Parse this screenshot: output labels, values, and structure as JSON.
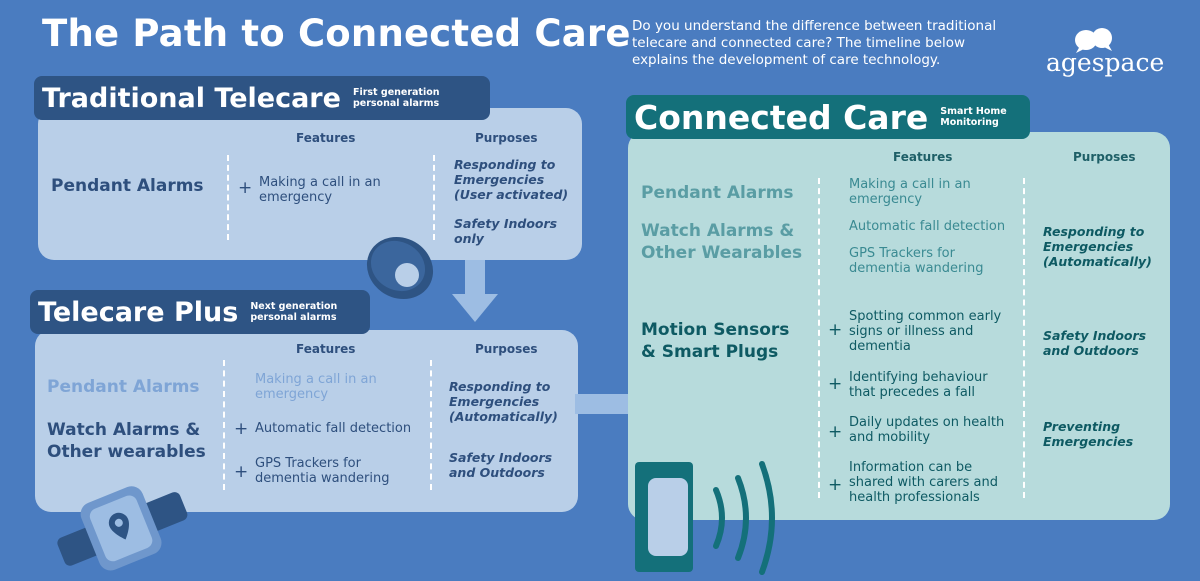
{
  "header": {
    "title": "The Path to Connected Care",
    "intro": "Do you understand the difference between traditional telecare and connected care?  The timeline below explains the development of care technology.",
    "logo_text": "agespace"
  },
  "telecare": {
    "title": "Traditional Telecare",
    "subtitle": "First generation personal alarms",
    "features_head": "Features",
    "purposes_head": "Purposes",
    "category": "Pendant Alarms",
    "feature": "Making a call in an emergency",
    "purpose1": "Responding to Emergencies (User activated)",
    "purpose2": "Safety Indoors only"
  },
  "plus": {
    "title": "Telecare Plus",
    "subtitle": "Next generation personal alarms",
    "features_head": "Features",
    "purposes_head": "Purposes",
    "cat1": "Pendant Alarms",
    "cat2": "Watch Alarms & Other wearables",
    "feat1": "Making a call in an emergency",
    "feat2": "Automatic fall detection",
    "feat3": "GPS Trackers for dementia wandering",
    "purpose1": "Responding to Emergencies (Automatically)",
    "purpose2": "Safety Indoors and Outdoors"
  },
  "connected": {
    "title": "Connected Care",
    "subtitle": "Smart Home Monitoring",
    "features_head": "Features",
    "purposes_head": "Purposes",
    "cat1": "Pendant Alarms",
    "cat2": "Watch Alarms & Other Wearables",
    "cat3": "Motion Sensors & Smart Plugs",
    "feat1": "Making a call in an emergency",
    "feat2": "Automatic fall detection",
    "feat3": "GPS Trackers for dementia wandering",
    "feat4": "Spotting common early signs or illness and dementia",
    "feat5": "Identifying behaviour that precedes a fall",
    "feat6": "Daily updates on health and mobility",
    "feat7": "Information can be shared with carers and health professionals",
    "purpose1": "Responding to Emergencies (Automatically)",
    "purpose2": "Safety Indoors and Outdoors",
    "purpose3": "Preventing Emergencies"
  },
  "plus_sign": "+",
  "colors": {
    "background": "#4a7cc0",
    "navy": "#2e5484",
    "teal": "#14707a",
    "light_blue_panel": "#b9cfe8",
    "light_teal_panel": "#b7dbdc"
  }
}
